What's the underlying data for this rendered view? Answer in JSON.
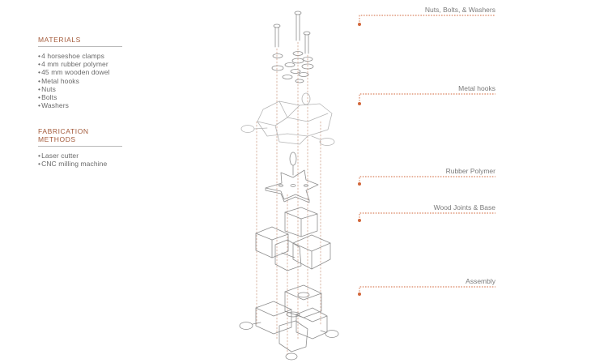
{
  "materials": {
    "title": "MATERIALS",
    "items": [
      "4 horseshoe clamps",
      "4 mm rubber polymer",
      "45 mm wooden dowel",
      "Metal hooks",
      "Nuts",
      "Bolts",
      "Washers"
    ]
  },
  "fabrication": {
    "title": "FABRICATION METHODS",
    "items": [
      "Laser cutter",
      "CNC milling machine"
    ]
  },
  "callouts": [
    {
      "label": "Nuts, Bolts, & Washers"
    },
    {
      "label": "Metal hooks"
    },
    {
      "label": "Rubber Polymer"
    },
    {
      "label": "Wood Joints & Base"
    },
    {
      "label": "Assembly"
    }
  ],
  "colors": {
    "accent": "#d2673b",
    "line": "#8a8a8a",
    "text": "#6a6a6a"
  }
}
